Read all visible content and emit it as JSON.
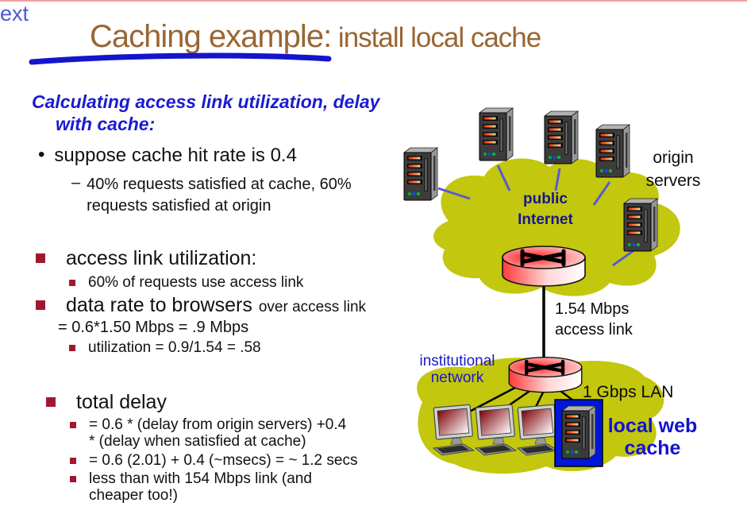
{
  "page": {
    "corner_text": "ext",
    "title_main": "Caching example:",
    "title_sub": " install local cache"
  },
  "calc": {
    "heading1": "Calculating access link utilization, delay",
    "heading2": "with cache:",
    "bullet_char": "•",
    "dash_char": "–",
    "b1": "suppose cache hit rate is 0.4",
    "b1s1": "40% requests satisfied at cache, 60%",
    "b1s2": "requests satisfied at origin",
    "util_head": "access link utilization:",
    "util_sub": "60% of requests use access link",
    "rate_head": "data rate to browsers",
    "rate_head_suffix": "over access link",
    "rate_calc": "= 0.6*1.50 Mbps = .9 Mbps",
    "rate_sub": "utilization = 0.9/1.54 = .58",
    "delay_head": "total delay",
    "delay_s1a": "= 0.6 * (delay from origin servers) +0.4",
    "delay_s1b": "* (delay when satisfied at cache)",
    "delay_s2": "= 0.6 (2.01) + 0.4 (~msecs) = ~ 1.2 secs",
    "delay_s3a": "less than with 154 Mbps link (and",
    "delay_s3b": "cheaper too!)"
  },
  "diagram": {
    "origin1": "origin",
    "origin2": "servers",
    "cloud1": "public",
    "cloud2": "Internet",
    "link1": "1.54 Mbps",
    "link2": "access link",
    "inst1": "institutional",
    "inst2": "network",
    "lan": "1 Gbps LAN",
    "cache1": "local web",
    "cache2": "cache"
  },
  "colors": {
    "title_brown": "#996633",
    "heading_blue": "#1b1bd1",
    "bullet_maroon": "#a01830",
    "cloud_yellow": "#c3c70e",
    "navy_label": "#16168e",
    "blue_label": "#1717cd",
    "cache_box_blue": "#0016d8",
    "underline_blue": "#1414cc"
  }
}
